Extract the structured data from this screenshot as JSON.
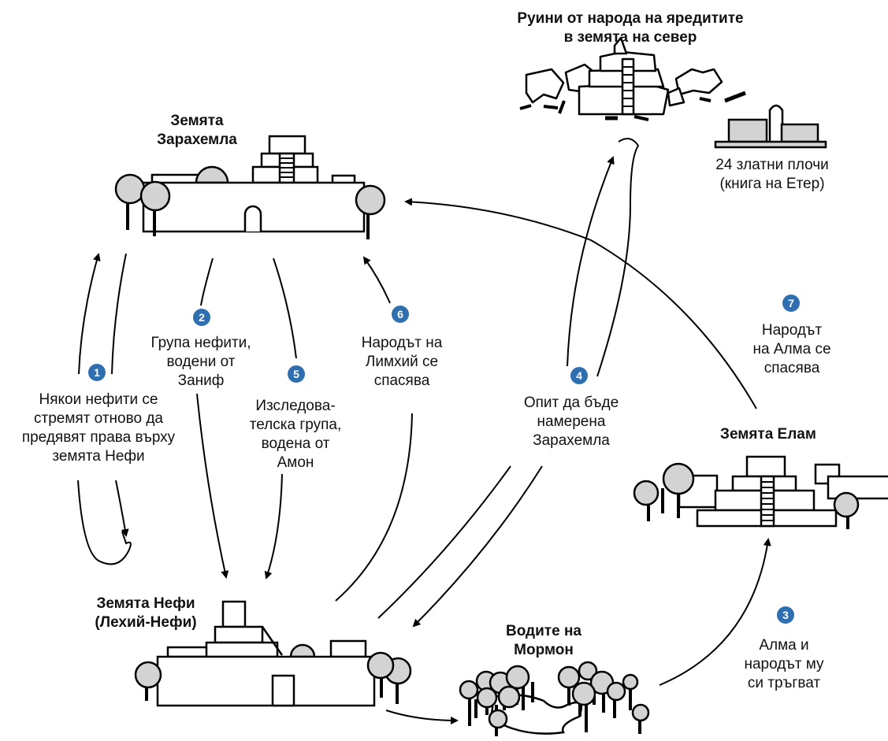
{
  "colors": {
    "badge": "#2f6fb0",
    "building_fill": "#d3d3d3",
    "line": "#000000"
  },
  "places": {
    "north": {
      "title_line1": "Руини от народа на яредитите",
      "title_line2": "в земята на север",
      "plates_line1": "24 златни плочи",
      "plates_line2": "(книга на Етер)"
    },
    "zarahemla": {
      "line1": "Земята",
      "line2": "Зарахемла"
    },
    "nephi": {
      "line1": "Земята Нефи",
      "line2": "(Лехий-Нефи)"
    },
    "mormon": {
      "line1": "Водите на",
      "line2": "Мормон"
    },
    "helam": {
      "line1": "Земята Елам"
    }
  },
  "journeys": [
    {
      "num": "1",
      "lines": [
        "Някои нефити се",
        "стремят отново да",
        "предявят права върху",
        "земята Нефи"
      ]
    },
    {
      "num": "2",
      "lines": [
        "Група нефити,",
        "водени от",
        "Заниф"
      ]
    },
    {
      "num": "3",
      "lines": [
        "Алма и",
        "народът му",
        "си тръгват"
      ]
    },
    {
      "num": "4",
      "lines": [
        "Опит да бъде",
        "намерена",
        "Зарахемла"
      ]
    },
    {
      "num": "5",
      "lines": [
        "Изследова-",
        "телска група,",
        "водена от",
        "Амон"
      ]
    },
    {
      "num": "6",
      "lines": [
        "Народът на",
        "Лимхий се",
        "спасява"
      ]
    },
    {
      "num": "7",
      "lines": [
        "Народът",
        "на Алма се",
        "спасява"
      ]
    }
  ]
}
